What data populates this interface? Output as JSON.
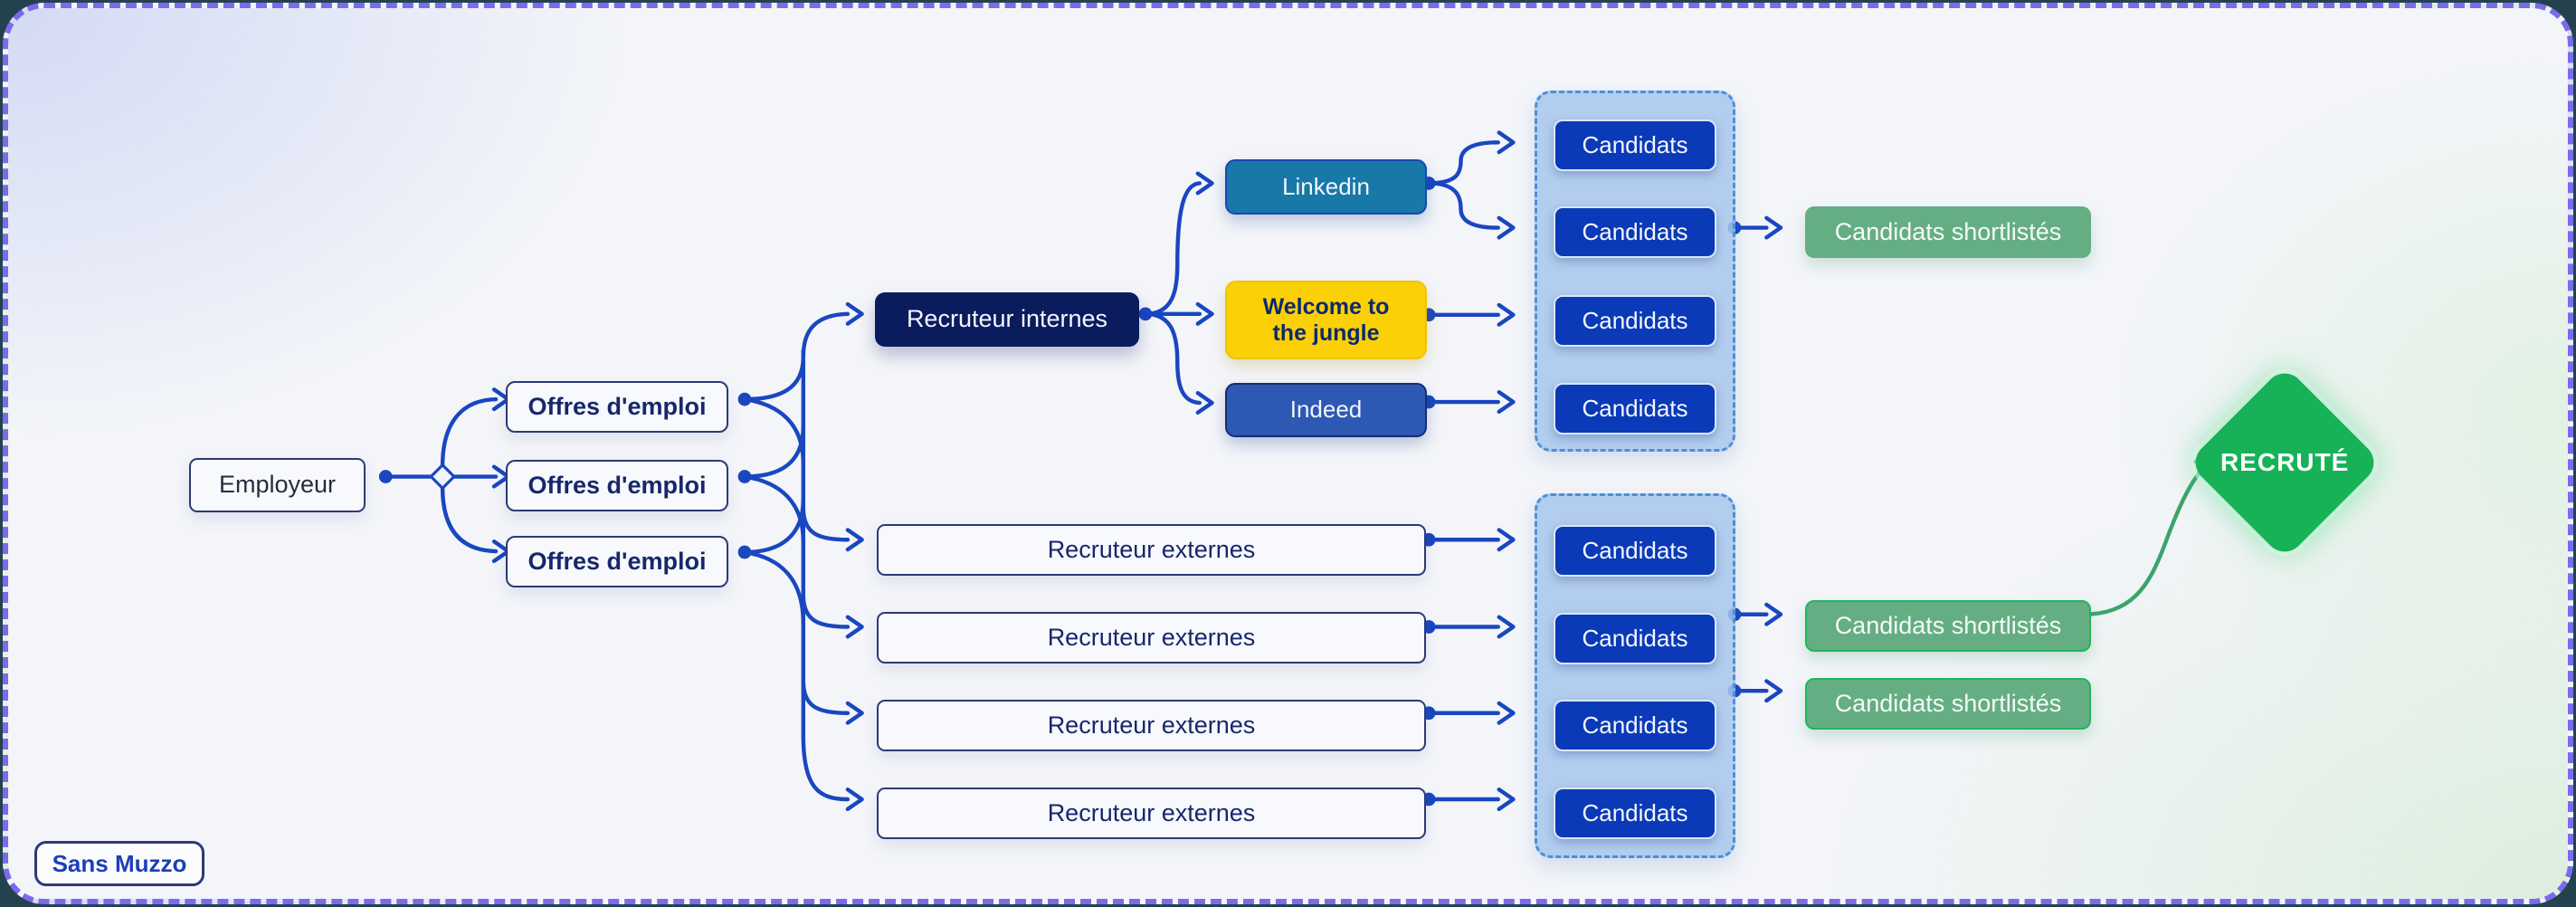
{
  "diagram": {
    "employeur": "Employeur",
    "offres": [
      "Offres d'emploi",
      "Offres d'emploi",
      "Offres d'emploi"
    ],
    "recruteur_internes": "Recruteur internes",
    "platforms": {
      "linkedin": "Linkedin",
      "wtj": "Welcome to the jungle",
      "indeed": "Indeed"
    },
    "recruteur_externes": [
      "Recruteur externes",
      "Recruteur externes",
      "Recruteur externes",
      "Recruteur externes"
    ],
    "candidats_top": [
      "Candidats",
      "Candidats",
      "Candidats",
      "Candidats"
    ],
    "candidats_bottom": [
      "Candidats",
      "Candidats",
      "Candidats",
      "Candidats"
    ],
    "shortlist_top": "Candidats shortlistés",
    "shortlist_bottom": [
      "Candidats shortlistés",
      "Candidats shortlistés"
    ],
    "recrute": "RECRUTÉ",
    "badge": "Sans Muzzo"
  },
  "colors": {
    "connector_blue": "#1a47c0",
    "connector_green": "#3aa46c",
    "navy_dark": "#0a1b5e",
    "candidate_blue": "#0b3ab8",
    "linkedin_teal": "#1878a8",
    "wtj_yellow": "#fcd007",
    "indeed_blue": "#2d58b4",
    "group_fill": "#a6c6ec",
    "group_border": "#4a90d9",
    "green_soft": "#65ae83",
    "green_bright": "#17b257",
    "box_border_navy": "#2c3a75",
    "text_navy": "#16286b",
    "frame_dash": "#7a6bee"
  }
}
